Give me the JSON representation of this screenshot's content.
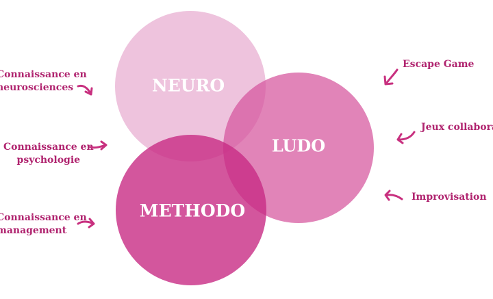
{
  "circles": {
    "neuro": "NEURO",
    "ludo": "LUDO",
    "methodo": "METHODO"
  },
  "left_labels": [
    {
      "line1": "Connaissance en",
      "line2": "neurosciences"
    },
    {
      "line1": "Connaissance en",
      "line2": "psychologie"
    },
    {
      "line1": "Connaissance en",
      "line2": "management"
    }
  ],
  "right_labels": [
    "Escape Game",
    "Jeux collaboratifs",
    "Improvisation"
  ],
  "colors": {
    "neuro": "#e8acd0",
    "ludo": "#d6549c",
    "methodo": "#c82c84",
    "text_accent": "#b0246f"
  },
  "icons": {
    "arrow": "curved-arrow-icon"
  }
}
